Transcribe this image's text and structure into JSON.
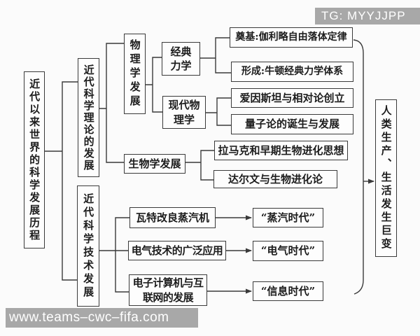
{
  "watermarks": {
    "top": "TG: MYYJJPP",
    "bottom": "www.teams–cwc–fifa.com"
  },
  "colors": {
    "background": "#fbfbfb",
    "box_background": "#fdfdfd",
    "line": "#3a3a3a",
    "watermark_bg": "#a8a8a8",
    "watermark_text": "#ffffff"
  },
  "nodes": {
    "root": {
      "label": "近代以来世界的科学发展历程"
    },
    "theory_branch": {
      "label": "近代科学理论的发展"
    },
    "tech_branch": {
      "label": "近代科学技术发展"
    },
    "physics": {
      "label": "物理学发展"
    },
    "biology": {
      "label": "生物学发展"
    },
    "classical_mechanics": {
      "label": "经典力学"
    },
    "modern_physics": {
      "label": "现代物理学"
    },
    "foundation": {
      "label": "奠基:伽利略自由落体定律"
    },
    "formation": {
      "label": "形成:牛顿经典力学体系"
    },
    "relativity": {
      "label": "爱因斯坦与相对论创立"
    },
    "quantum": {
      "label": "量子论的诞生与发展"
    },
    "lamarck": {
      "label": "拉马克和早期生物进化思想"
    },
    "darwin": {
      "label": "达尔文与生物进化论"
    },
    "watt": {
      "label": "瓦特改良蒸汽机"
    },
    "electrical": {
      "label": "电气技术的广泛应用"
    },
    "computer": {
      "label": "电子计算机与互联网的发展"
    },
    "steam_age": {
      "label": "“蒸汽时代”"
    },
    "electric_age": {
      "label": "“电气时代”"
    },
    "info_age": {
      "label": "“信息时代”"
    },
    "impact": {
      "label": "人类生产、生活发生巨变"
    }
  }
}
